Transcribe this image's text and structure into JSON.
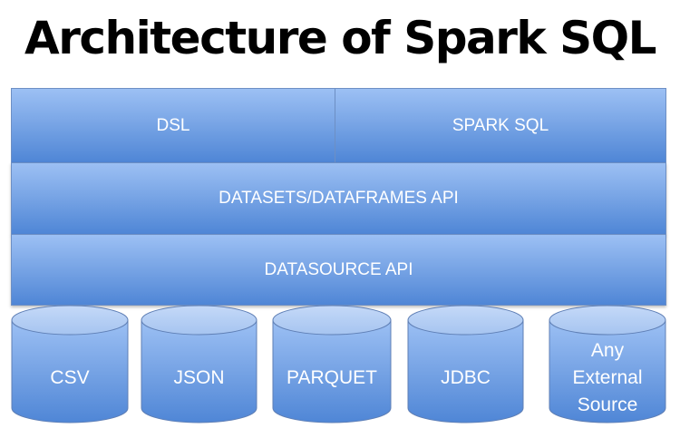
{
  "title": "Architecture of Spark SQL",
  "colors": {
    "box_light": "#9cc0f4",
    "box_dark": "#4f86d6",
    "box_border": "#6d8fc4",
    "text": "#ffffff"
  },
  "layers": {
    "top_left": "DSL",
    "top_right": "SPARK SQL",
    "middle": "DATASETS/DATAFRAMES API",
    "bottom": "DATASOURCE API"
  },
  "sources": [
    {
      "label": "CSV"
    },
    {
      "label": "JSON"
    },
    {
      "label": "PARQUET"
    },
    {
      "label": "JDBC"
    },
    {
      "label": "Any External Source"
    }
  ]
}
